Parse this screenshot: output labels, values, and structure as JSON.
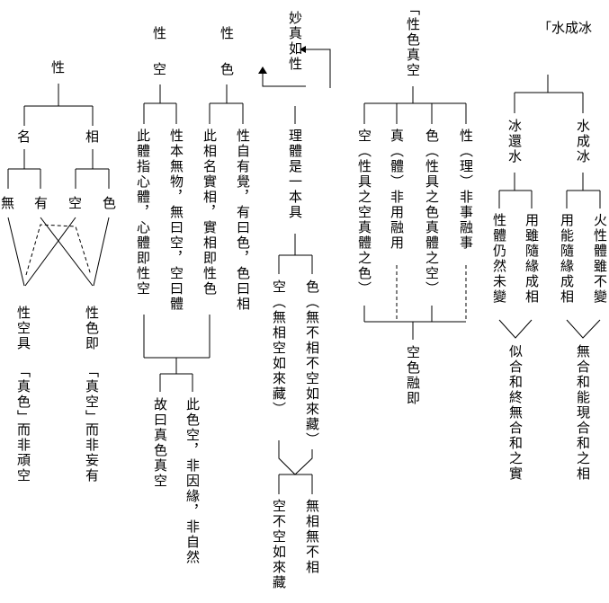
{
  "colors": {
    "ink": "#000000",
    "background": "#ffffff"
  },
  "c1": {
    "root": "性",
    "left": "名",
    "right": "相",
    "leaves": [
      "無",
      "有",
      "空",
      "色"
    ],
    "left_result": {
      "line1": "性空具",
      "quote": "「真色」",
      "line2": "而非頑空"
    },
    "right_result": {
      "line1": "性色即",
      "quote": "「真空」",
      "line2": "而非妄有"
    }
  },
  "c2": {
    "root": "性",
    "mid": "空",
    "left": "此體指心體，心體即性空",
    "right": "性本無物，無曰空，空曰體",
    "result": "故曰真色真空"
  },
  "c3": {
    "root": "性",
    "mid": "色",
    "left": "此相名實相，實相即性色",
    "right": "性自有覺，有曰色，色曰相",
    "result": "此色空，非因緣，非自然"
  },
  "c4": {
    "root": "妙真如性",
    "stem": "理體是一本具",
    "left": "空（無相空如來藏）",
    "right": "色（無不相不空如來藏）",
    "result_left": "空不空如來藏",
    "result_right": "無相無不相"
  },
  "c5": {
    "root": "「性色真空",
    "items": [
      "空（性具之空真體之色）",
      "真（體）非用融用",
      "色（性具之色真體之空）",
      "性（理）非事融事"
    ],
    "result": "空色融即"
  },
  "c6": {
    "root": "「水成冰",
    "left": "冰還水",
    "right": "水成冰",
    "ll": "性體仍然未變",
    "lr": "用雖隨緣成相",
    "rl": "用能隨緣成相",
    "rr": "火性體雖不變",
    "res_left": "似合和終無合和之實",
    "res_right": "無合和能現合和之相"
  }
}
